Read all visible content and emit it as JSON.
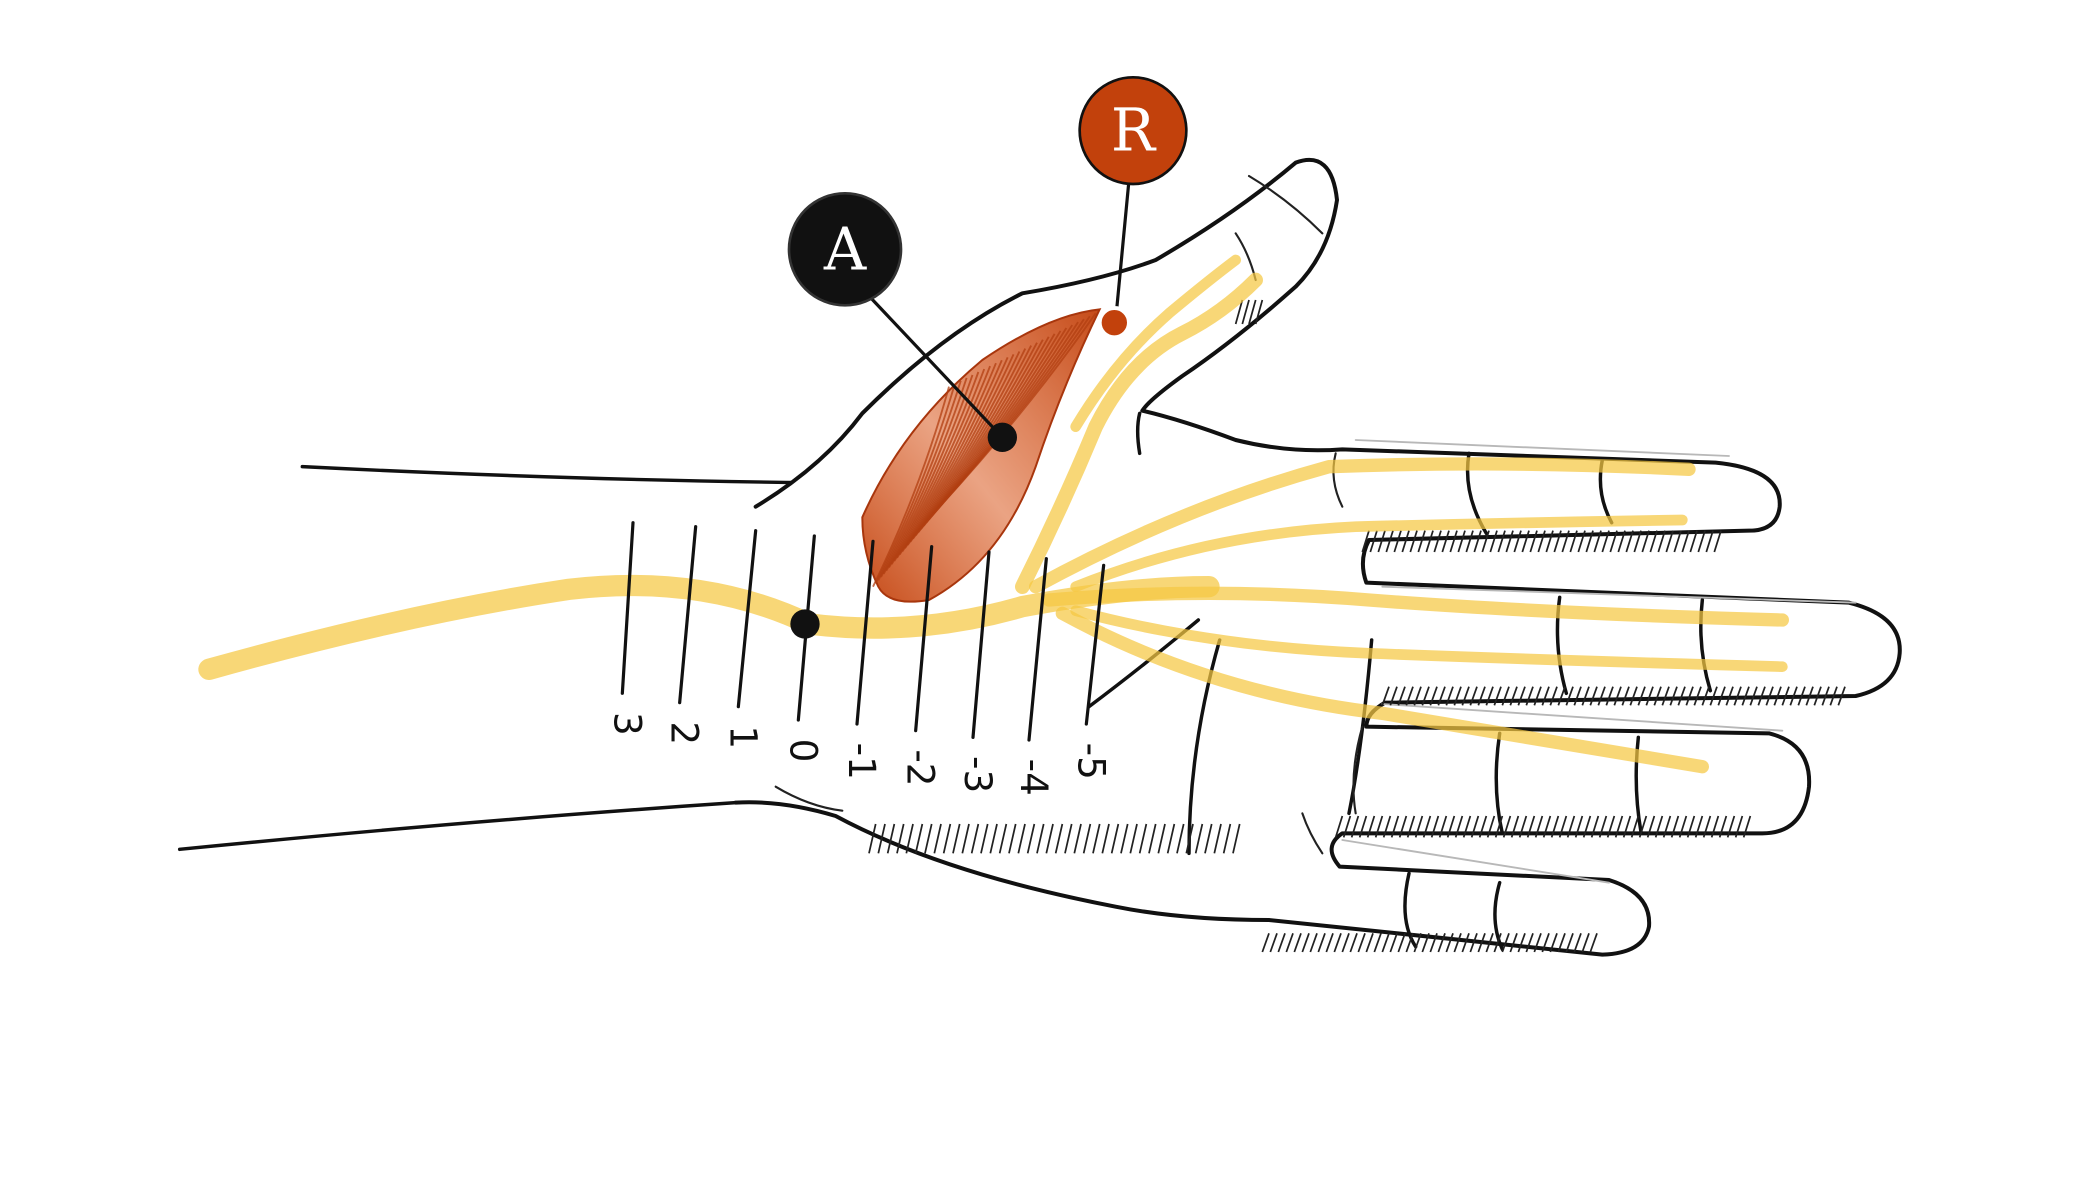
{
  "markers": {
    "a": {
      "label": "A",
      "color": "#111111"
    },
    "r": {
      "label": "R",
      "color": "#c2410c"
    }
  },
  "scale": {
    "ticks": [
      "3",
      "2",
      "1",
      "0",
      "-1",
      "-2",
      "-3",
      "-4",
      "-5"
    ]
  },
  "colors": {
    "nerve": "#f5c842",
    "muscle": "#c2410c",
    "outline": "#111111"
  }
}
